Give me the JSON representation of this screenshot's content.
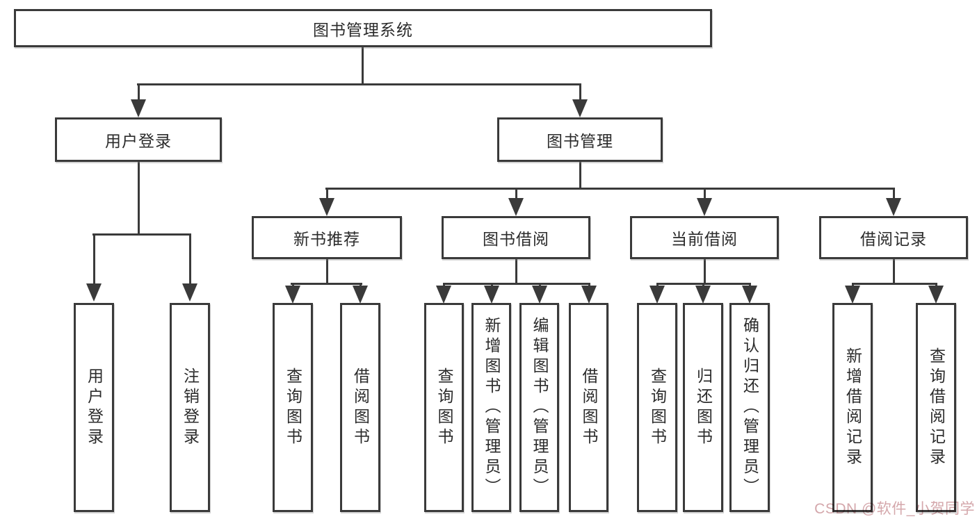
{
  "nodes": {
    "root": "图书管理系统",
    "user_login": "用户登录",
    "book_mgmt": "图书管理",
    "ul_login": "用户登录",
    "ul_logout": "注销登录",
    "new_book_rec": "新书推荐",
    "book_borrow": "图书借阅",
    "current_borrow": "当前借阅",
    "borrow_records": "借阅记录",
    "nb_query_books": "查询图书",
    "nb_borrow_books": "借阅图书",
    "bb_query_books": "查询图书",
    "bb_add_books": "新增图书（管理员）",
    "bb_edit_books": "编辑图书（管理员）",
    "bb_borrow_books": "借阅图书",
    "cb_query_books": "查询图书",
    "cb_return_books": "归还图书",
    "cb_confirm_return": "确认归还（管理员）",
    "br_add_record": "新增借阅记录",
    "br_query_record": "查询借阅记录"
  },
  "watermark": {
    "text": "CSDN @软件_小贺同学",
    "color": "#d4a7ab"
  },
  "colors": {
    "line": "#3a3a3a",
    "text": "#2b2b2b",
    "background": "#ffffff"
  }
}
